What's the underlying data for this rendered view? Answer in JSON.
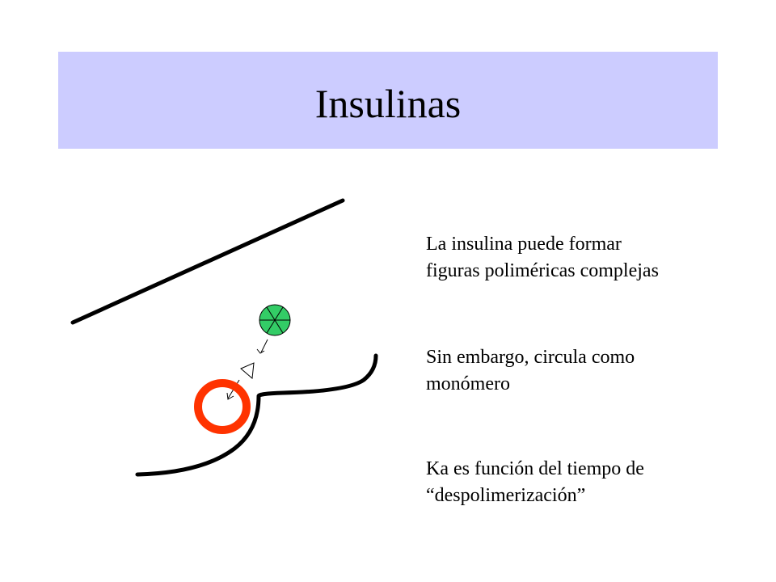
{
  "slide": {
    "title": "Insulinas",
    "notes": [
      {
        "line1": "La insulina puede formar",
        "line2": "figuras poliméricas complejas"
      },
      {
        "line1": "Sin embargo, circula como",
        "line2": "monómero"
      },
      {
        "line1": "Ka es función del tiempo de",
        "line2": "“despolimerización”"
      }
    ]
  },
  "colors": {
    "title_background": "#ccccff",
    "ring": "#ff3300",
    "molecule": "#33cc66",
    "stroke": "#000000"
  }
}
